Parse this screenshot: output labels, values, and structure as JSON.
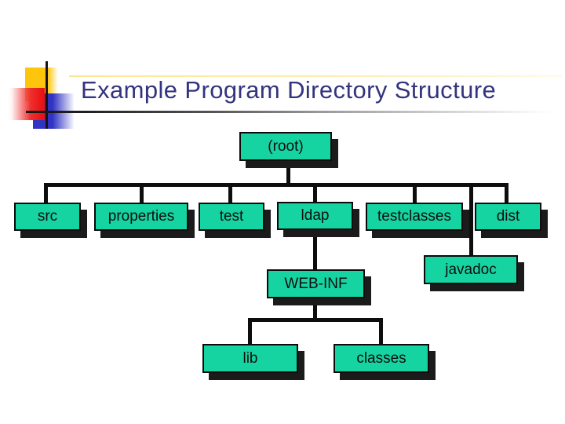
{
  "slide": {
    "title": "Example Program Directory Structure"
  },
  "colors": {
    "node_fill": "#16d4a1",
    "node_border": "#0b0b0b",
    "node_shadow": "#1b1b1b",
    "connector": "#0d0d0d",
    "title_text": "#333380",
    "logo_yellow": "#fdc50b",
    "logo_blue": "#3133c4",
    "logo_red": "#e80d0d",
    "background": "#ffffff"
  },
  "tree": {
    "root": {
      "label": "(root)"
    },
    "row1": [
      {
        "label": "src"
      },
      {
        "label": "properties"
      },
      {
        "label": "test"
      },
      {
        "label": "ldap"
      },
      {
        "label": "testclasses"
      },
      {
        "label": "dist"
      }
    ],
    "row2": [
      {
        "label": "WEB-INF"
      },
      {
        "label": "javadoc"
      }
    ],
    "row3": [
      {
        "label": "lib"
      },
      {
        "label": "classes"
      }
    ]
  }
}
